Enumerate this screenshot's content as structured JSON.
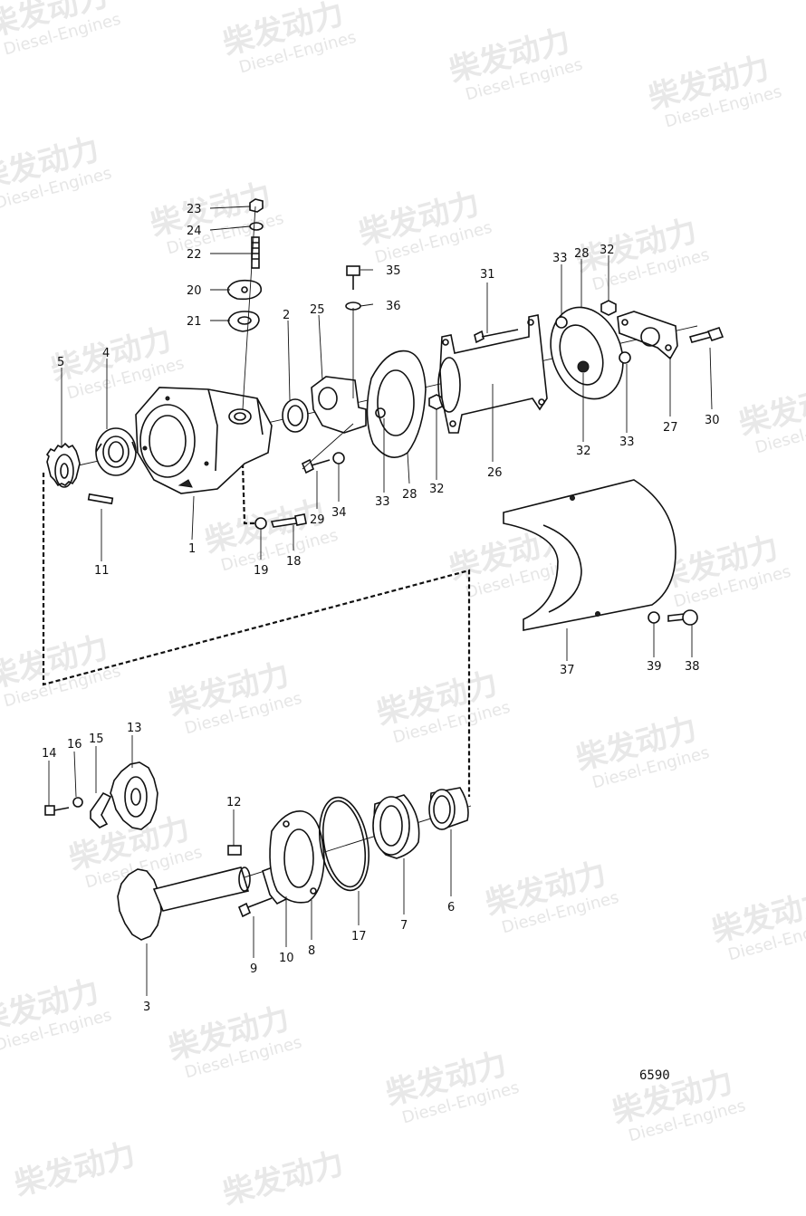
{
  "watermark": {
    "brand_cn": "柴发动力",
    "brand_en": "Diesel-Engines"
  },
  "drawing_ref": "6590",
  "callouts": {
    "c1": "1",
    "c2": "2",
    "c3": "3",
    "c4": "4",
    "c5": "5",
    "c6": "6",
    "c7": "7",
    "c8": "8",
    "c9": "9",
    "c10": "10",
    "c11": "11",
    "c12": "12",
    "c13": "13",
    "c14": "14",
    "c15": "15",
    "c16": "16",
    "c17": "17",
    "c18": "18",
    "c19": "19",
    "c20": "20",
    "c21": "21",
    "c22": "22",
    "c23": "23",
    "c24": "24",
    "c25": "25",
    "c26": "26",
    "c27": "27",
    "c28a": "28",
    "c28b": "28",
    "c29": "29",
    "c30": "30",
    "c31": "31",
    "c32a": "32",
    "c32b": "32",
    "c32c": "32",
    "c33a": "33",
    "c33b": "33",
    "c33c": "33",
    "c34": "34",
    "c35": "35",
    "c36": "36",
    "c37": "37",
    "c38": "38",
    "c39": "39"
  }
}
